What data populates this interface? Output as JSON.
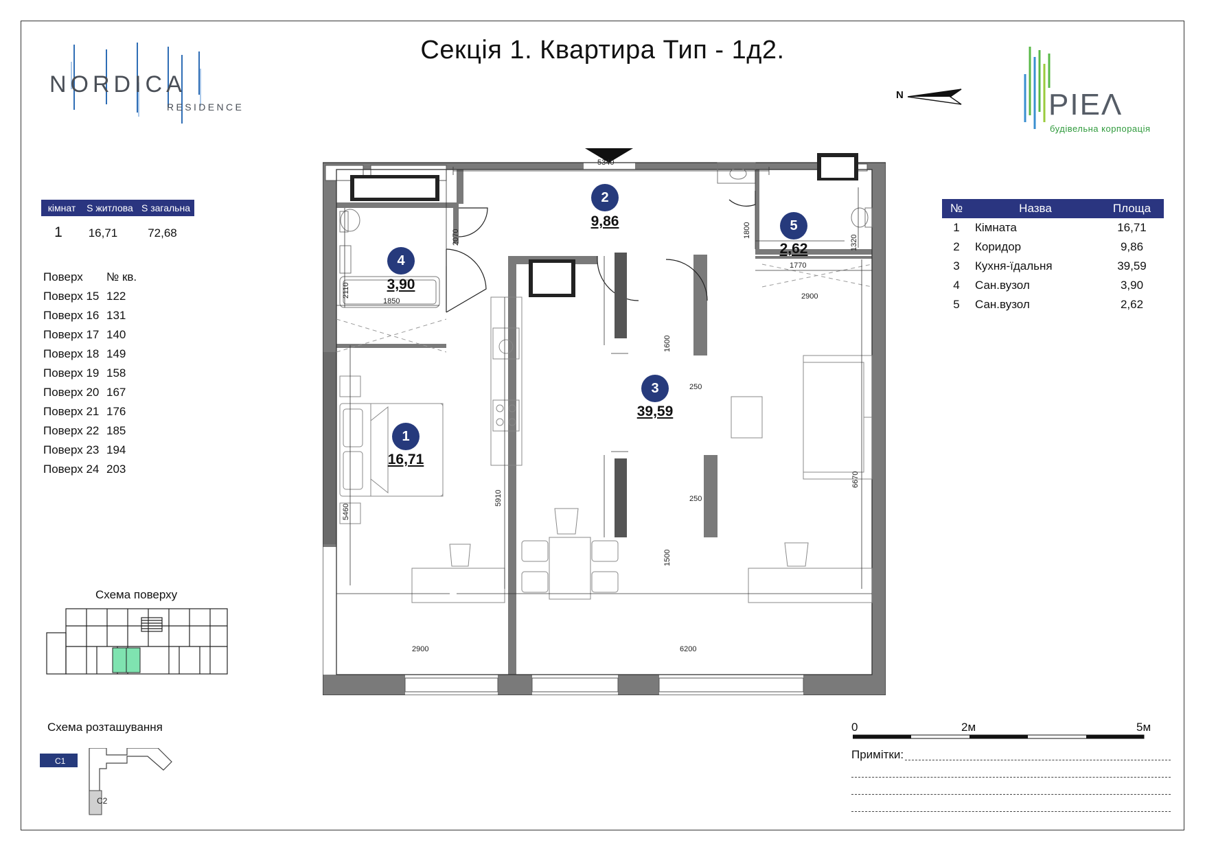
{
  "title": "Секція 1. Квартира Тип - 1д2.",
  "logo_left": {
    "word": "NORDICA",
    "sub": "RESIDENCE"
  },
  "logo_right": {
    "word": "PIEΛ",
    "sub": "будівельна корпорація"
  },
  "compass": {
    "label": "N"
  },
  "summary": {
    "headers": [
      "кімнат",
      "S житлова",
      "S загальна"
    ],
    "values": [
      "1",
      "16,71",
      "72,68"
    ]
  },
  "floors": {
    "headers": [
      "Поверх",
      "№ кв."
    ],
    "rows": [
      [
        "Поверх 15",
        "122"
      ],
      [
        "Поверх 16",
        "131"
      ],
      [
        "Поверх 17",
        "140"
      ],
      [
        "Поверх 18",
        "149"
      ],
      [
        "Поверх 19",
        "158"
      ],
      [
        "Поверх 20",
        "167"
      ],
      [
        "Поверх 21",
        "176"
      ],
      [
        "Поверх 22",
        "185"
      ],
      [
        "Поверх 23",
        "194"
      ],
      [
        "Поверх 24",
        "203"
      ]
    ]
  },
  "schema_floor_label": "Схема поверху",
  "schema_location_label": "Схема розташування",
  "schema_location_tags": [
    "C1",
    "C2"
  ],
  "rooms_table": {
    "headers": [
      "№",
      "Назва",
      "Площа"
    ],
    "rows": [
      [
        "1",
        "Кімната",
        "16,71"
      ],
      [
        "2",
        "Коридор",
        "9,86"
      ],
      [
        "3",
        "Кухня-їдальня",
        "39,59"
      ],
      [
        "4",
        "Сан.вузол",
        "3,90"
      ],
      [
        "5",
        "Сан.вузол",
        "2,62"
      ]
    ]
  },
  "plan_rooms": [
    {
      "no": "1",
      "area": "16,71"
    },
    {
      "no": "2",
      "area": "9,86"
    },
    {
      "no": "3",
      "area": "39,59"
    },
    {
      "no": "4",
      "area": "3,90"
    },
    {
      "no": "5",
      "area": "2,62"
    }
  ],
  "dimensions": [
    "5340",
    "2070",
    "1800",
    "1320",
    "1770",
    "2110",
    "1850",
    "2900",
    "1600",
    "250",
    "6670",
    "5460",
    "5910",
    "250",
    "1500",
    "2900",
    "6200"
  ],
  "scale": {
    "labels": [
      "0",
      "2м",
      "5м"
    ]
  },
  "notes_label": "Примітки:",
  "colors": {
    "navy": "#263a7c",
    "header": "#2a3580",
    "wall": "#7a7a7a",
    "highlight": "#7fe3b0"
  }
}
